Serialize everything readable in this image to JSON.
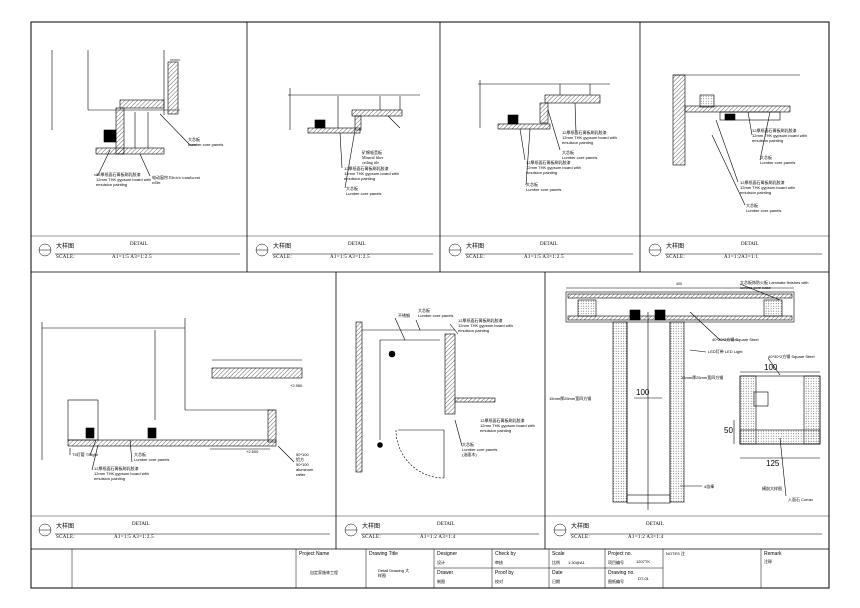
{
  "details": [
    {
      "cn": "大样图",
      "en": "DETAIL",
      "scale_label": "SCALE:",
      "scale": "A1=1:5 A3=1:2.5",
      "annotations": [
        {
          "text": "大芯板"
        },
        {
          "text": "Lumber core panels"
        },
        {
          "text": "12厚纸面石膏板刷乳胶漆"
        },
        {
          "text": "12mm THK gypsum board with"
        },
        {
          "text": "emulsion painting"
        },
        {
          "text": "电动窗帘 Electric translucent"
        },
        {
          "text": "roller"
        }
      ]
    },
    {
      "cn": "大样图",
      "en": "DETAIL",
      "scale_label": "SCALE:",
      "scale": "A1=1:5 A3=1:2.5",
      "annotations": [
        {
          "text": "矿棉吸音板"
        },
        {
          "text": "Mineral fiber"
        },
        {
          "text": "ceiling tile"
        },
        {
          "text": "12厚纸面石膏板刷乳胶漆"
        },
        {
          "text": "12mm THK gypsum board with"
        },
        {
          "text": "emulsion painting"
        },
        {
          "text": "大芯板"
        },
        {
          "text": "Lumber core panels"
        }
      ]
    },
    {
      "cn": "大样图",
      "en": "DETAIL",
      "scale_label": "SCALE:",
      "scale": "A1=1:5 A3=1:2.5",
      "annotations": [
        {
          "text": "12厚纸面石膏板刷乳胶漆"
        },
        {
          "text": "12mm THK gypsum board with"
        },
        {
          "text": "emulsion painting"
        },
        {
          "text": "大芯板"
        },
        {
          "text": "Lumber core panels"
        },
        {
          "text": "12厚纸面石膏板刷乳胶漆"
        },
        {
          "text": "12mm THK gypsum board with"
        },
        {
          "text": "emulsion painting"
        },
        {
          "text": "大芯板"
        },
        {
          "text": "Lumber core panels"
        }
      ]
    },
    {
      "cn": "大样图",
      "en": "DETAIL",
      "scale_label": "SCALE:",
      "scale": "A1=1:2A3=1:1",
      "annotations": [
        {
          "text": "12厚纸面石膏板刷乳胶漆"
        },
        {
          "text": "12mm THK gypsum board with"
        },
        {
          "text": "emulsion painting"
        },
        {
          "text": "大芯板"
        },
        {
          "text": "Lumber core panels"
        },
        {
          "text": "12厚纸面石膏板刷乳胶漆"
        },
        {
          "text": "12mm THK gypsum board with"
        },
        {
          "text": "emulsion painting"
        },
        {
          "text": "大芯板"
        },
        {
          "text": "Lumber core panels"
        }
      ]
    },
    {
      "cn": "大样图",
      "en": "DETAIL",
      "scale_label": "SCALE:",
      "scale": "A1=1:5 A3=1:2.5",
      "annotations": [
        {
          "text": "T5灯管 T5light"
        },
        {
          "text": "大芯板"
        },
        {
          "text": "Lumber core panels"
        },
        {
          "text": "12厚纸面石膏板刷乳胶漆"
        },
        {
          "text": "12mm THK gypsum board with"
        },
        {
          "text": "emulsion painting"
        },
        {
          "text": "50*100"
        },
        {
          "text": "铝方"
        },
        {
          "text": "50*100"
        },
        {
          "text": "aluminum"
        },
        {
          "text": "rafter"
        }
      ],
      "levels": [
        "+2.950",
        "+2.600"
      ]
    },
    {
      "cn": "大样图",
      "en": "DETAIL",
      "scale_label": "SCALE:",
      "scale": "A1=1:2 A3=1:4",
      "annotations": [
        {
          "text": "不锈钢"
        },
        {
          "text": "大芯板"
        },
        {
          "text": "Lumber core panels"
        },
        {
          "text": "12厚纸面石膏板刷乳胶漆"
        },
        {
          "text": "12mm THK gypsum board with"
        },
        {
          "text": "emulsion painting"
        },
        {
          "text": "12厚纸面石膏板刷乳胶漆"
        },
        {
          "text": "12mm THK gypsum board with"
        },
        {
          "text": "emulsion painting"
        },
        {
          "text": "大芯板"
        },
        {
          "text": "Lumber core panels"
        },
        {
          "text": "(油面木)"
        }
      ]
    },
    {
      "cn": "大样图",
      "en": "DETAIL",
      "scale_label": "SCALE:",
      "scale": "A1=1:2 A3=1:4",
      "annotations": [
        {
          "text": "大芯板饰防火板 Laminate finishes with"
        },
        {
          "text": "lumber core base"
        },
        {
          "text": "40*20*2方钢 Square Steel"
        },
        {
          "text": "LED灯带 LED Light"
        },
        {
          "text": "40*30*2方钢 Square Steel"
        },
        {
          "text": "15mm厚25mm宽四方钢"
        },
        {
          "text": "15mm厚25mm宽四方钢"
        },
        {
          "text": "4倍棒"
        },
        {
          "text": "横剖大样图"
        },
        {
          "text": "入面石 Corian"
        }
      ],
      "dims": [
        "400",
        "100",
        "100",
        "50",
        "125"
      ]
    }
  ],
  "title_block": {
    "project_name_label": "Project Name",
    "project_name_value": "自定家施林工程",
    "drawing_title_label": "Drawing Title",
    "drawing_title_value": "Detail Drawing 大样图",
    "designer_label": "Designer",
    "designer_value": "设计",
    "drawer_label": "Drawer",
    "drawer_value": "制图",
    "check_by_label": "Check by",
    "check_by_value": "审核",
    "proof_by_label": "Proof by",
    "proof_by_value": "校对",
    "scale_label": "Scale",
    "scale_sub": "比例",
    "scale_value": "1:30@A1",
    "date_label": "Date",
    "date_sub": "日期",
    "project_no_label": "Project no.",
    "project_no_sub": "项目编号",
    "project_no_value": "1207TK",
    "drawing_no_label": "Drawing no.",
    "drawing_no_sub": "图纸编号",
    "drawing_no_value": "DT-01",
    "notes_label": "NOTES 注",
    "remark_label": "Remark",
    "remark_sub": "注释"
  }
}
